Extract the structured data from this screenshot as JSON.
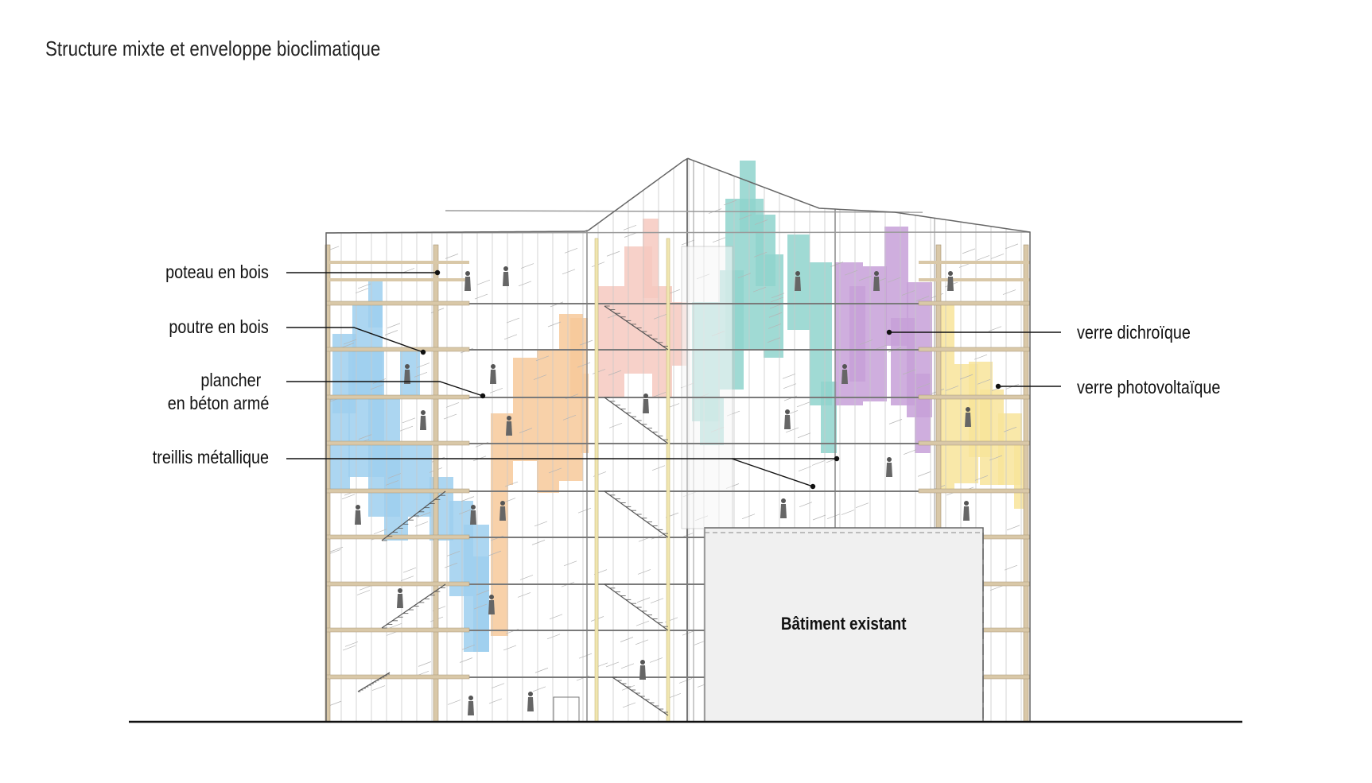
{
  "title": "Structure mixte et enveloppe bioclimatique",
  "labels_left": {
    "poteau": "poteau en bois",
    "poutre": "poutre en bois",
    "plancher_line1": "plancher",
    "plancher_line2": "en béton armé",
    "treillis": "treillis métallique"
  },
  "labels_right": {
    "dichroique": "verre dichroïque",
    "photovoltaique": "verre photovoltaïque"
  },
  "existing_building": "Bâtiment existant",
  "colors": {
    "blue_glass": "#9ecfee",
    "orange_glass": "#f7c99a",
    "pink_glass": "#f6c9c0",
    "teal_glass": "#8fd3cd",
    "purple_glass": "#c7a0d8",
    "yellow_glass": "#f8e49a",
    "timber": "#d9c8a8",
    "existing_fill": "#f0f0f0"
  }
}
